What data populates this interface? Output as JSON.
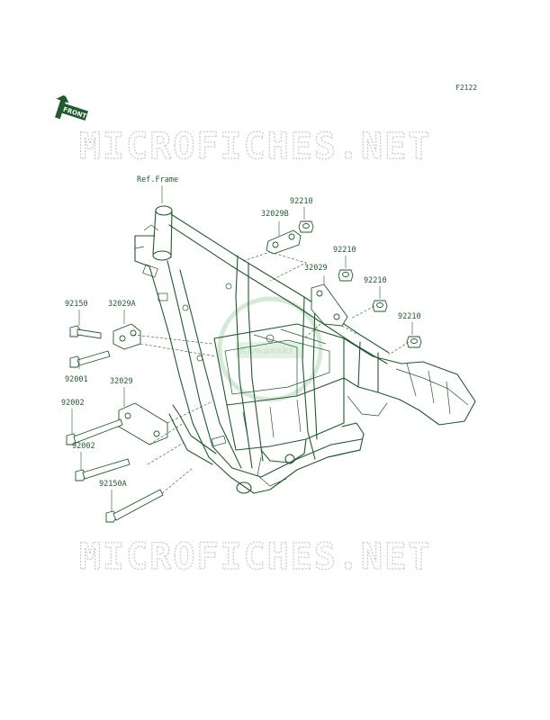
{
  "diagram_code": "F2122",
  "front_label": "FRONT",
  "watermark_text": "MICROFICHES.NET",
  "logo_text": "Kawasaki",
  "ref_label": "Ref.Frame",
  "parts": {
    "p92210_a": "92210",
    "p32029B": "32029B",
    "p92210_b": "92210",
    "p32029_upper": "32029",
    "p92210_c": "92210",
    "p92210_d": "92210",
    "p92150": "92150",
    "p32029A": "32029A",
    "p92001": "92001",
    "p32029_lower": "32029",
    "p92002_a": "92002",
    "p92002_b": "92002",
    "p92150A": "92150A"
  },
  "colors": {
    "line": "#1f5b2c",
    "watermark": "#c9c9c9",
    "logo": "#cfe6d3"
  }
}
